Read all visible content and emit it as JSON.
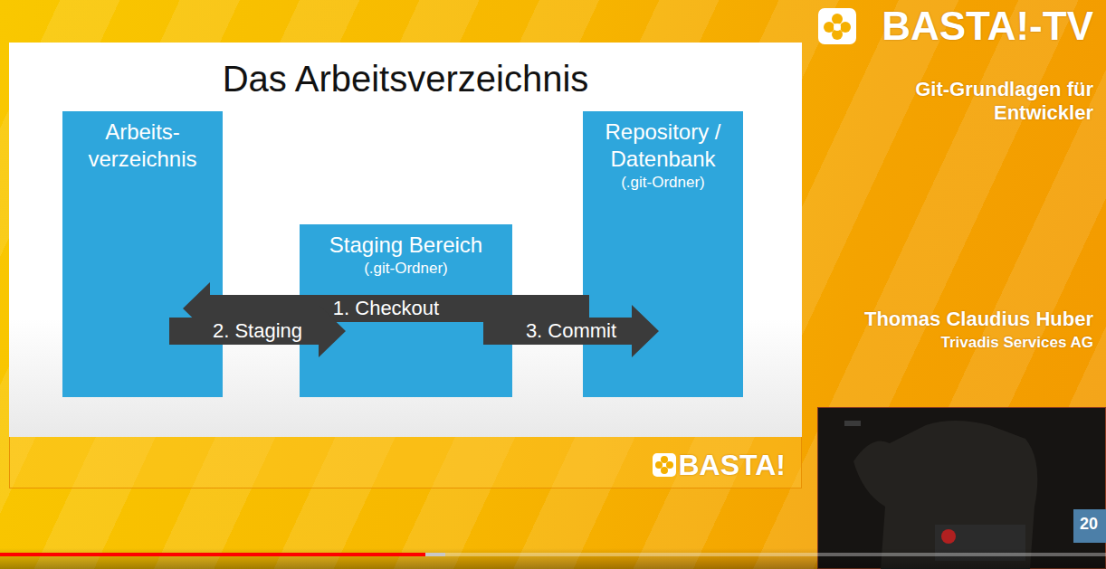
{
  "diagram": {
    "title": "Das Arbeitsverzeichnis",
    "nodes": [
      {
        "text": [
          "Arbeits- verzeichnis"
        ]
      },
      {
        "text": [
          "Repository / Datenbank",
          "(.git-Ordner)"
        ]
      },
      {
        "text": [
          "Staging Bereich",
          "(.git-Ordner)"
        ]
      }
    ],
    "edges": [
      {
        "from": 1,
        "to": 0,
        "label": "1. Checkout",
        "arrow": "to"
      },
      {
        "from": 0,
        "to": 2,
        "label": "2. Staging",
        "arrow": "to"
      },
      {
        "from": 2,
        "to": 1,
        "label": "3. Commit",
        "arrow": "to"
      }
    ],
    "labels": [
      "BASTA!-TV",
      "Git-Grundlagen für Entwickler",
      "Thomas Claudius Huber",
      "Trivadis Services AG",
      "BASTA!",
      "20"
    ]
  }
}
